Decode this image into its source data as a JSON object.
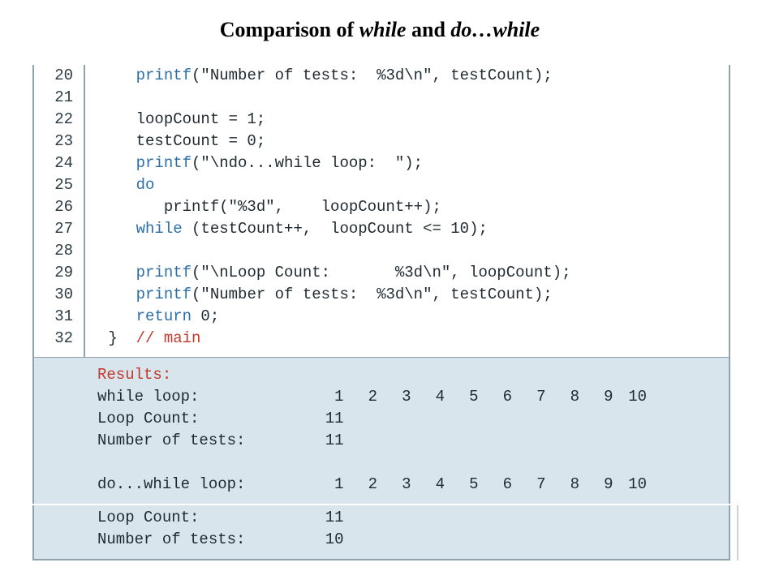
{
  "title": {
    "part1": "Comparison of ",
    "part2": "while",
    "part3": " and ",
    "part4": "do…while"
  },
  "code_lines": [
    {
      "num": "20",
      "segments": [
        {
          "t": "    ",
          "c": ""
        },
        {
          "t": "printf",
          "c": "kw"
        },
        {
          "t": "(\"Number of tests:  %3d\\n\", testCount);",
          "c": ""
        }
      ]
    },
    {
      "num": "21",
      "segments": []
    },
    {
      "num": "22",
      "segments": [
        {
          "t": "    loopCount = 1;",
          "c": ""
        }
      ]
    },
    {
      "num": "23",
      "segments": [
        {
          "t": "    testCount = 0;",
          "c": ""
        }
      ]
    },
    {
      "num": "24",
      "segments": [
        {
          "t": "    ",
          "c": ""
        },
        {
          "t": "printf",
          "c": "kw"
        },
        {
          "t": "(\"\\ndo...while loop:  \");",
          "c": ""
        }
      ]
    },
    {
      "num": "25",
      "segments": [
        {
          "t": "    ",
          "c": ""
        },
        {
          "t": "do",
          "c": "kw"
        }
      ]
    },
    {
      "num": "26",
      "segments": [
        {
          "t": "       printf(\"%3d\",    loopCount++);",
          "c": ""
        }
      ]
    },
    {
      "num": "27",
      "segments": [
        {
          "t": "    ",
          "c": ""
        },
        {
          "t": "while",
          "c": "kw"
        },
        {
          "t": " (testCount++,  loopCount <= 10);",
          "c": ""
        }
      ]
    },
    {
      "num": "28",
      "segments": []
    },
    {
      "num": "29",
      "segments": [
        {
          "t": "    ",
          "c": ""
        },
        {
          "t": "printf",
          "c": "kw"
        },
        {
          "t": "(\"\\nLoop Count:       %3d\\n\", loopCount);",
          "c": ""
        }
      ]
    },
    {
      "num": "30",
      "segments": [
        {
          "t": "    ",
          "c": ""
        },
        {
          "t": "printf",
          "c": "kw"
        },
        {
          "t": "(\"Number of tests:  %3d\\n\", testCount);",
          "c": ""
        }
      ]
    },
    {
      "num": "31",
      "segments": [
        {
          "t": "    ",
          "c": ""
        },
        {
          "t": "return",
          "c": "kw"
        },
        {
          "t": " 0;",
          "c": ""
        }
      ]
    },
    {
      "num": "32",
      "segments": [
        {
          "t": " }  ",
          "c": ""
        },
        {
          "t": "// main",
          "c": "cm"
        }
      ]
    }
  ],
  "results": {
    "heading": "Results:",
    "while_loop_label": "while loop:",
    "while_loop_values": [
      "1",
      "2",
      "3",
      "4",
      "5",
      "6",
      "7",
      "8",
      "9",
      "10"
    ],
    "while_loop_count_label": "Loop Count:",
    "while_loop_count_value": "11",
    "while_tests_label": "Number of tests:",
    "while_tests_value": "11",
    "do_while_loop_label": "do...while loop:",
    "do_while_loop_values": [
      "1",
      "2",
      "3",
      "4",
      "5",
      "6",
      "7",
      "8",
      "9",
      "10"
    ],
    "do_while_count_label": "Loop Count:",
    "do_while_count_value": "11",
    "do_while_tests_label": "Number of tests:",
    "do_while_tests_value": "10"
  },
  "colors": {
    "keyword": "#2c6ea6",
    "comment": "#c0392b",
    "results_background": "#d9e5ec",
    "panel_border": "#8fa3af"
  }
}
